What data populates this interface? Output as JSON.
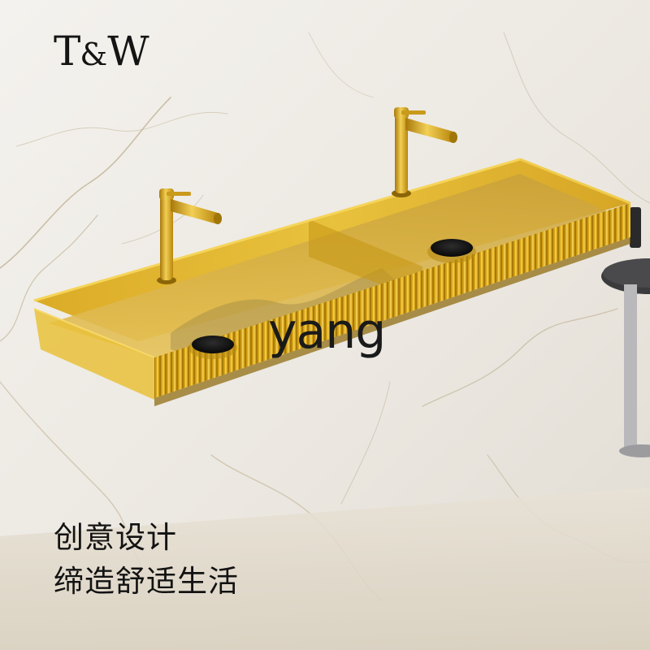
{
  "brand": {
    "logo_left": "T",
    "logo_amp": "&",
    "logo_right": "W"
  },
  "watermark": "yang",
  "slogan": {
    "line1": "创意设计",
    "line2": "缔造舒适生活"
  },
  "colors": {
    "wall": "#ece9e3",
    "marble_vein": "#b8a98c",
    "basin_amber": "#e2b01a",
    "faucet_gold": "#d4a017",
    "drain_black": "#151515",
    "text": "#141414"
  }
}
